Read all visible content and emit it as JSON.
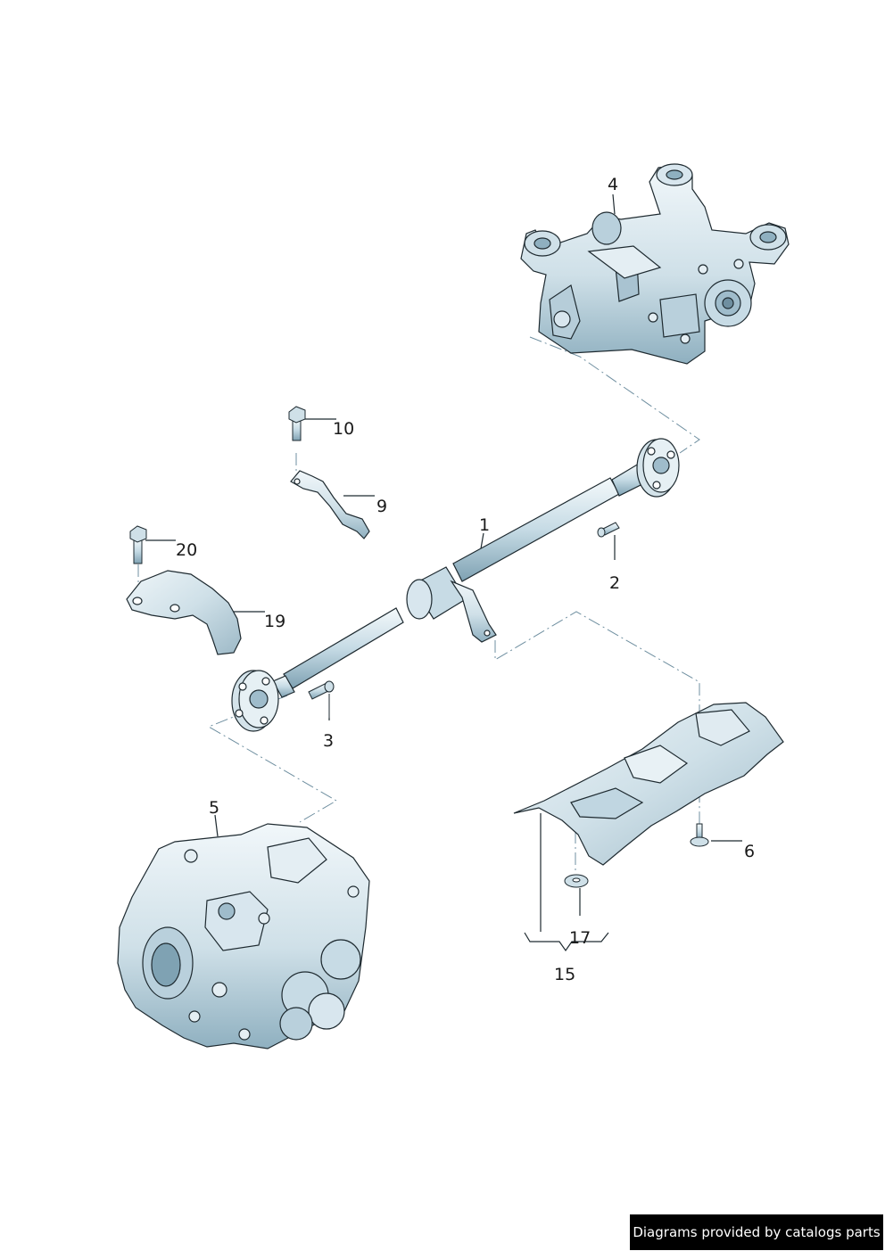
{
  "callouts": {
    "c1": "1",
    "c2": "2",
    "c3": "3",
    "c4": "4",
    "c5": "5",
    "c6": "6",
    "c9": "9",
    "c10": "10",
    "c15": "15",
    "c17": "17",
    "c19": "19",
    "c20": "20"
  },
  "credit": "Diagrams provided by catalogs parts",
  "colors": {
    "part_fill": "#dde9ef",
    "part_shade": "#9fbccb",
    "outline": "#1e2a30",
    "dash_line": "#6f8fa0",
    "callout_text": "#1a1a1a"
  }
}
